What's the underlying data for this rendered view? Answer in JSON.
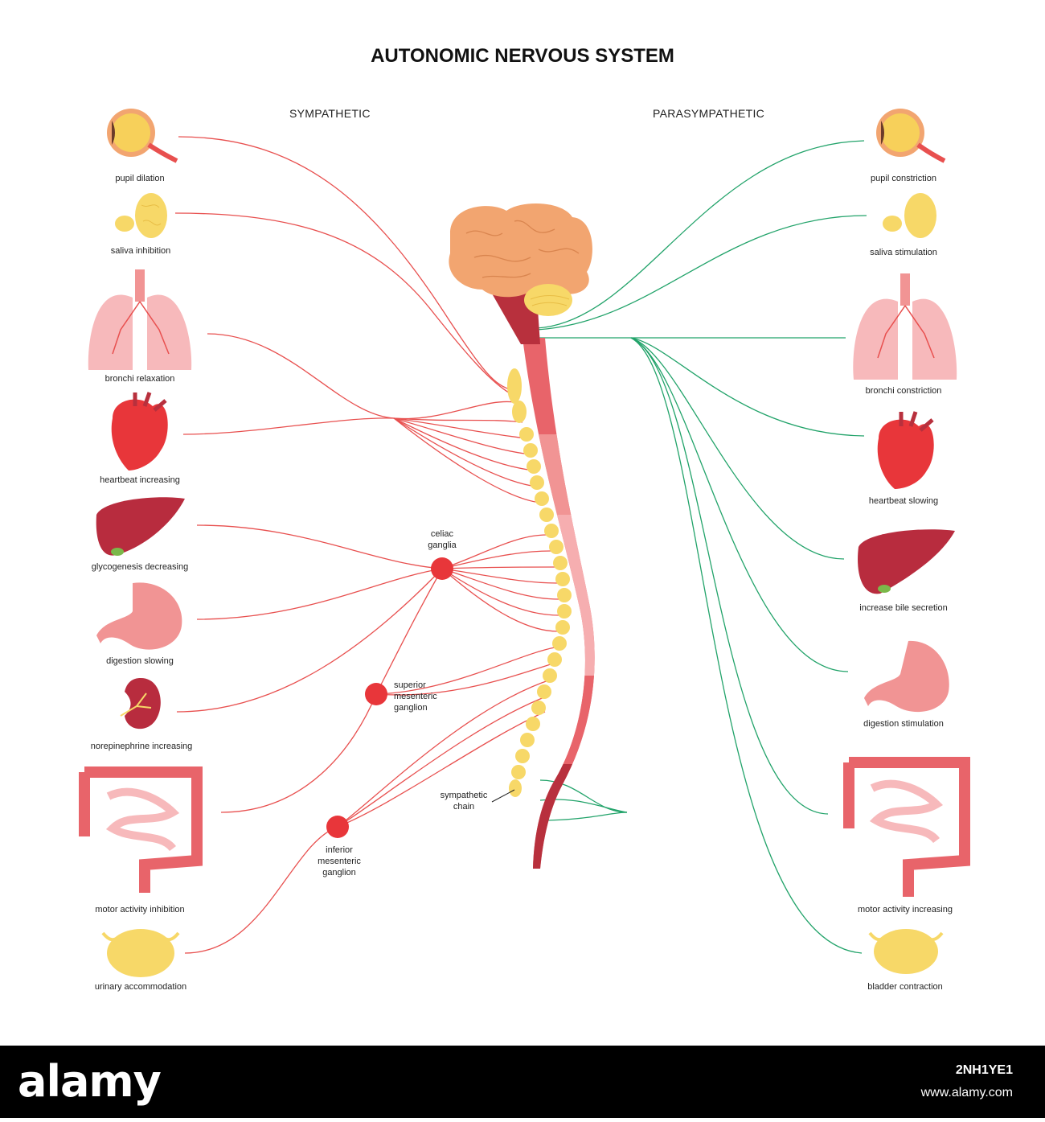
{
  "title": "AUTONOMIC NERVOUS SYSTEM",
  "sympathetic_heading": "SYMPATHETIC",
  "parasympathetic_heading": "PARASYMPATHETIC",
  "colors": {
    "sympathetic_line": "#e8504f",
    "parasympathetic_line": "#22a36a",
    "ganglion": "#e8363a",
    "sympathetic_chain": "#f7d868",
    "spinal_cord": "#e8646a",
    "brain": "#f2a570"
  },
  "sympathetic": [
    {
      "icon": "eye-icon",
      "label": "pupil dilation"
    },
    {
      "icon": "salivary-gland-icon",
      "label": "saliva inhibition"
    },
    {
      "icon": "lungs-icon",
      "label": "bronchi relaxation"
    },
    {
      "icon": "heart-icon",
      "label": "heartbeat increasing"
    },
    {
      "icon": "liver-icon",
      "label": "glycogenesis decreasing"
    },
    {
      "icon": "stomach-icon",
      "label": "digestion slowing"
    },
    {
      "icon": "kidney-icon",
      "label": "norepinephrine increasing"
    },
    {
      "icon": "intestine-icon",
      "label": "motor activity inhibition"
    },
    {
      "icon": "bladder-icon",
      "label": "urinary accommodation"
    }
  ],
  "parasympathetic": [
    {
      "icon": "eye-icon",
      "label": "pupil constriction"
    },
    {
      "icon": "salivary-gland-icon",
      "label": "saliva stimulation"
    },
    {
      "icon": "lungs-icon",
      "label": "bronchi constriction"
    },
    {
      "icon": "heart-icon",
      "label": "heartbeat slowing"
    },
    {
      "icon": "liver-icon",
      "label": "increase bile secretion"
    },
    {
      "icon": "stomach-icon",
      "label": "digestion stimulation"
    },
    {
      "icon": "intestine-icon",
      "label": "motor activity increasing"
    },
    {
      "icon": "bladder-icon",
      "label": "bladder contraction"
    }
  ],
  "ganglia": {
    "celiac": [
      "celiac",
      "ganglia"
    ],
    "superior_mesenteric": [
      "superior",
      "mesenteric",
      "ganglion"
    ],
    "inferior_mesenteric": [
      "inferior",
      "mesenteric",
      "ganglion"
    ],
    "sympathetic_chain": [
      "sympathetic",
      "chain"
    ]
  },
  "footer": {
    "brand": "alamy",
    "image_id": "2NH1YE1",
    "site": "www.alamy.com"
  }
}
